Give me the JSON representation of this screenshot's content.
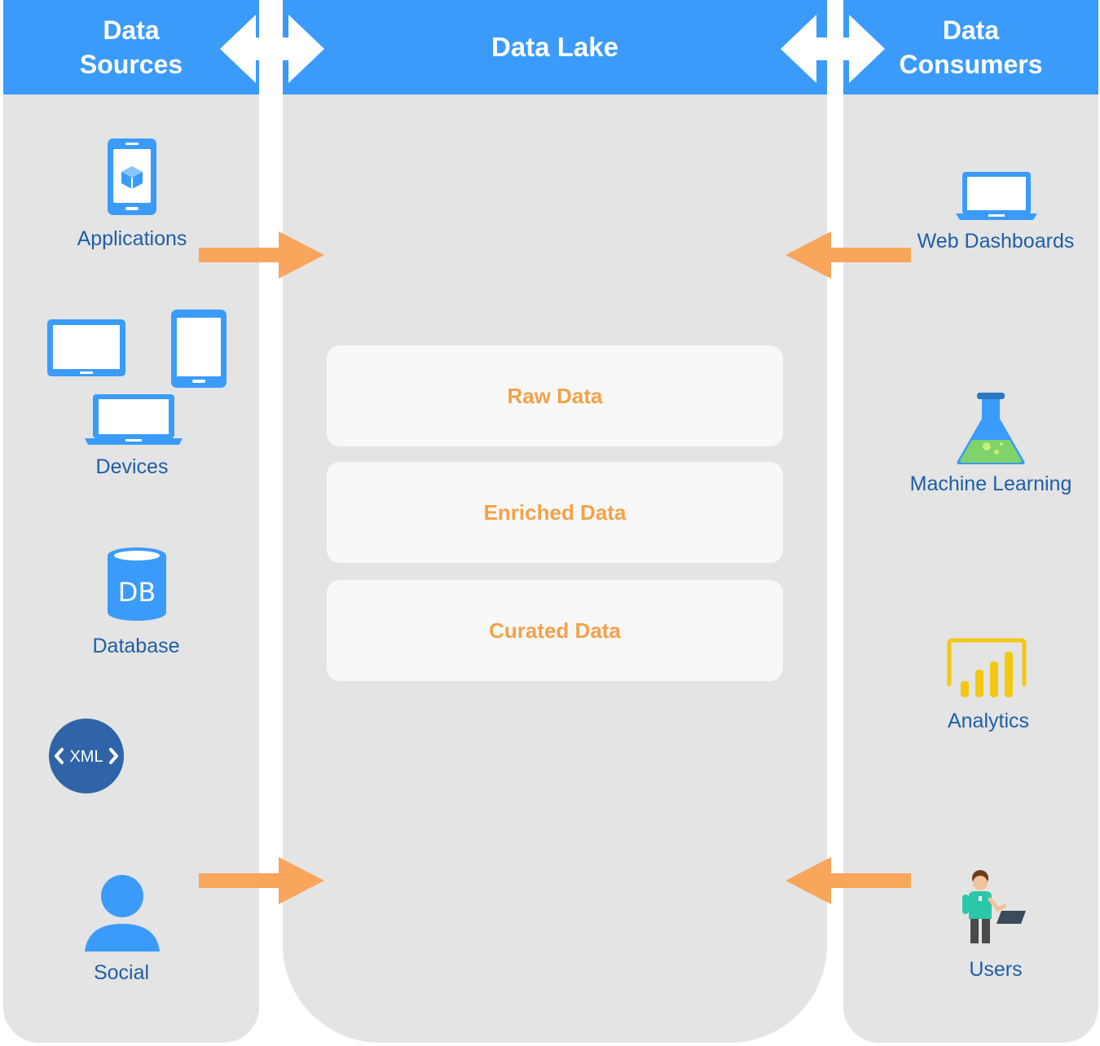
{
  "sources": {
    "title_line1": "Data",
    "title_line2": "Sources",
    "items": [
      {
        "label": "Applications",
        "icon": "mobile-app-icon"
      },
      {
        "label": "Devices",
        "icon": "devices-icon"
      },
      {
        "label": "Database",
        "icon": "database-icon",
        "icon_text": "DB"
      },
      {
        "label": "",
        "icon": "xml-icon",
        "icon_text": "XML"
      },
      {
        "label": "Social",
        "icon": "user-icon"
      }
    ]
  },
  "lake": {
    "title": "Data Lake",
    "layers": [
      "Raw Data",
      "Enriched Data",
      "Curated Data"
    ]
  },
  "consumers": {
    "title_line1": "Data",
    "title_line2": "Consumers",
    "items": [
      {
        "label": "Web Dashboards",
        "icon": "laptop-icon"
      },
      {
        "label": "Machine Learning",
        "icon": "flask-icon"
      },
      {
        "label": "Analytics",
        "icon": "bar-chart-icon"
      },
      {
        "label": "Users",
        "icon": "person-tablet-icon"
      }
    ]
  },
  "colors": {
    "header_blue": "#3a9bfb",
    "panel_gray": "#e4e4e4",
    "icon_blue": "#3a9bfb",
    "label_blue": "#1f5ea8",
    "arrow_orange": "#f9a55b",
    "layer_text_orange": "#f5a14a",
    "analytics_yellow": "#f2c811"
  }
}
